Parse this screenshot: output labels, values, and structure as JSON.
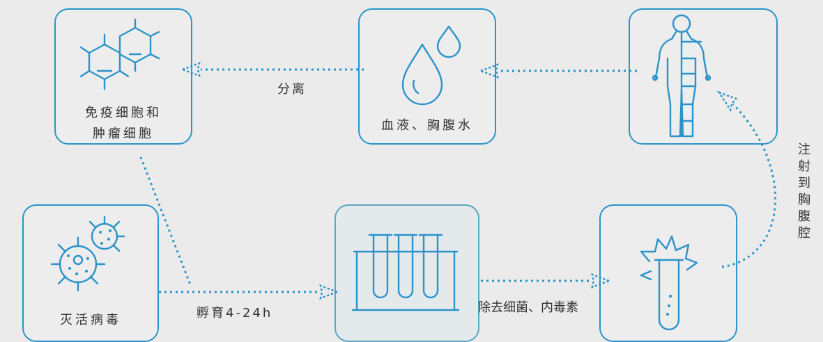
{
  "nodes": {
    "immune": {
      "label_line1": "免疫细胞和",
      "label_line2": "肿瘤细胞"
    },
    "blood": {
      "label": "血液、胸腹水"
    },
    "human": {
      "label": ""
    },
    "virus": {
      "label": "灭活病毒"
    },
    "tubes": {
      "label": ""
    },
    "flask": {
      "label": ""
    }
  },
  "edges": {
    "separate": "分离",
    "incubate": "孵育4-24h",
    "remove": "除去细菌、内毒素",
    "inject": "注射到胸腹腔"
  },
  "colors": {
    "accent": "#2a93c9",
    "background": "#ebebeb",
    "text": "#333333"
  }
}
